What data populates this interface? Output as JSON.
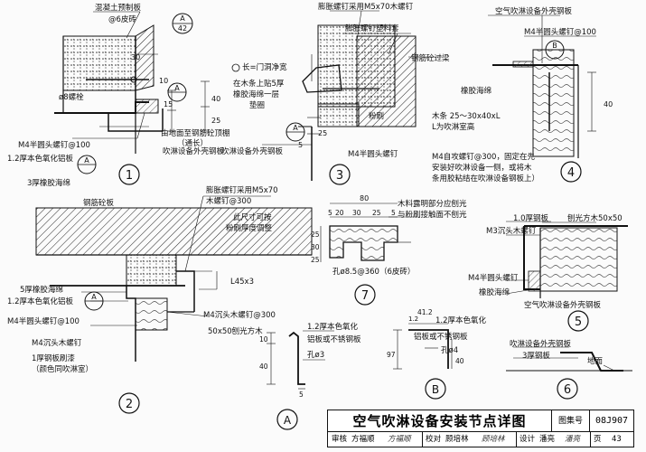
{
  "title_block": {
    "title": "空气吹淋设备安装节点详图",
    "atlas_label": "图集号",
    "atlas_no": "08J907",
    "review_label": "审核",
    "reviewer": "方福顺",
    "reviewer_sig": "方福顺",
    "check_label": "校对",
    "checker": "顾培林",
    "checker_sig": "顾培林",
    "design_label": "设计",
    "designer": "潘亮",
    "designer_sig": "潘亮",
    "page_label": "页",
    "page_no": "43"
  },
  "detail1": {
    "label_concrete": "混凝土预制板",
    "label_6brick": "@6皮砖",
    "ref_num": "A",
    "ref_sheet": "42",
    "dim_30": "30",
    "dim_10": "10",
    "dim_15": "15",
    "dim_40": "40",
    "dim_25": "25",
    "bolt": "ø8螺栓",
    "ceiling": "由地面至钢筋砼顶棚",
    "ceiling2": "（通长）",
    "screw": "M4半圆头螺钉@100",
    "plate": "1.2厚本色氧化铝板",
    "rubber": "3厚橡胶海绵",
    "ref2": "A",
    "shell": "吹淋设备外壳钢板",
    "num": "1"
  },
  "detail3": {
    "expansion": "膨胀螺钉采用M5x70木螺钉",
    "plastic": "膨胀螺钉塑料套",
    "lintel": "钢筋砼过梁",
    "length_note": "长=门洞净宽",
    "wood_strip": "在木条上贴5厚",
    "rubber_pad": "橡胶海绵一层",
    "pad": "垫圈",
    "plaster": "粉刷",
    "dim_25": "25",
    "dim_5": "5",
    "shell": "吹淋设备外壳钢板",
    "ref": "A",
    "screw": "M4半圆头螺钉",
    "num": "3"
  },
  "detail4": {
    "shell": "空气吹淋设备外壳钢板",
    "screw": "M4半圆头螺钉@100",
    "ref": "B",
    "rubber": "橡胶海绵",
    "dim_40": "40",
    "wood": "木条 25～30x40xL",
    "wood2": "L为吹淋室高",
    "note1": "M4自攻螺钉@300，固定在先",
    "note2": "安装好吹淋设备一侧，或将木",
    "note3": "条用胶粘结在吹淋设备钢板上）",
    "num": "4"
  },
  "detail2": {
    "slab": "钢筋砼板",
    "expansion": "膨胀螺钉采用M5x70",
    "wood_screw": "木螺钉@300",
    "gap": "此尺寸可按",
    "gap2": "粉刷厚度调整",
    "angle": "L45x3",
    "rubber": "5厚橡胶海绵",
    "plate": "1.2厚本色氧化铝板",
    "screw": "M4半圆头螺钉@100",
    "screw2": "M4沉头木螺钉",
    "m4_300": "M4沉头木螺钉@300",
    "timber": "50x50刨光方木",
    "steel": "1厚钢板刷漆",
    "steel2": "（颜色同吹淋室）",
    "ref": "A",
    "num": "2"
  },
  "detail7": {
    "dim_80": "80",
    "d520": "5",
    "d20": "20",
    "d30": "30",
    "d25": "25",
    "d5": "5",
    "v25": "25",
    "v30": "30",
    "v25b": "25",
    "wood_note": "木料露明部分应刨光",
    "wood_note2": "与粉刷接触面不刨光",
    "hole": "孔ø8.5@360（6皮砖）",
    "num": "7"
  },
  "detail5": {
    "plate": "1.0厚钢板",
    "timber": "刨光方木50x50",
    "screw": "M3沉头木螺钉",
    "screw2": "M4半圆头螺钉",
    "rubber": "橡胶海绵",
    "shell": "空气吹淋设备外壳钢板",
    "num": "5"
  },
  "detailA": {
    "plate": "1.2厚本色氧化",
    "plate2": "铝板或不锈钢板",
    "hole": "孔ø3",
    "dim_10": "10",
    "dim_40": "40",
    "dim_5": "5",
    "ref": "A"
  },
  "detailB": {
    "dim_412": "41.2",
    "dim_12": "1.2",
    "plate": "1.2厚本色氧化",
    "plate2": "铝板或不锈钢板",
    "hole": "孔ø4",
    "dim_97": "97",
    "dim_40": "40",
    "ref": "B"
  },
  "detail6": {
    "shell": "吹淋设备外壳钢板",
    "steel": "3厚钢板",
    "floor": "地面",
    "num": "6"
  }
}
